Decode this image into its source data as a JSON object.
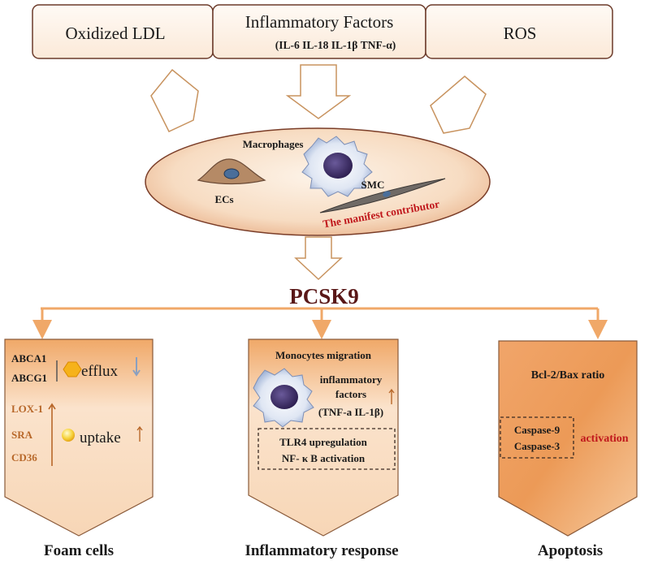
{
  "top_boxes": [
    {
      "label": "Oxidized LDL",
      "sublabel": ""
    },
    {
      "label": "Inflammatory Factors",
      "sublabel": "(IL-6  IL-18 IL-1β TNF-α)"
    },
    {
      "label": "ROS",
      "sublabel": ""
    }
  ],
  "cells_region": {
    "macrophages": "Macrophages",
    "ecs": "ECs",
    "smc": "SMC",
    "contributor": "The manifest contributor"
  },
  "center_node": "PCSK9",
  "panels": {
    "foam": {
      "efflux_markers": [
        "ABCA1",
        "ABCG1"
      ],
      "efflux_label": "efflux",
      "uptake_markers": [
        "LOX-1",
        "SRA",
        "CD36"
      ],
      "uptake_label": "uptake",
      "caption": "Foam cells"
    },
    "inflammatory": {
      "migration": "Monocytes migration",
      "factors_lines": [
        "inflammatory",
        "factors",
        "(TNF-a IL-1β)"
      ],
      "tlr4": "TLR4 upregulation",
      "nfkb": "NF- κ B activation",
      "caption": "Inflammatory response"
    },
    "apoptosis": {
      "ratio": "Bcl-2/Bax ratio",
      "caspases": [
        "Caspase-9",
        "Caspase-3"
      ],
      "activation": "activation",
      "caption": "Apoptosis"
    }
  },
  "colors": {
    "accent_red": "#c0181c",
    "marker_brown": "#b8682a",
    "pcsk9_text": "#5a1818",
    "panel_light": "#fbe6cf",
    "panel_dark": "#e58a45",
    "arrow_orange": "#f0a868"
  }
}
